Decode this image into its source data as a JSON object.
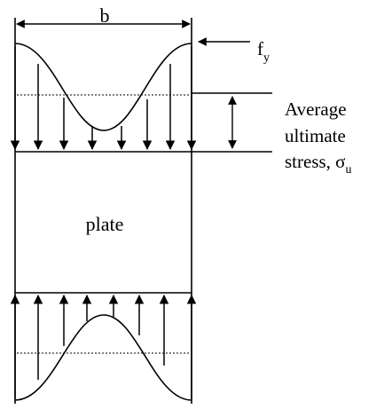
{
  "figure": {
    "width_label": "b",
    "yield_label": "f",
    "yield_subscript": "y",
    "avg_line1": "Average",
    "avg_line2": "ultimate",
    "avg_line3_prefix": "stress, ",
    "avg_symbol": "σ",
    "avg_subscript": "u",
    "plate_label": "plate"
  }
}
